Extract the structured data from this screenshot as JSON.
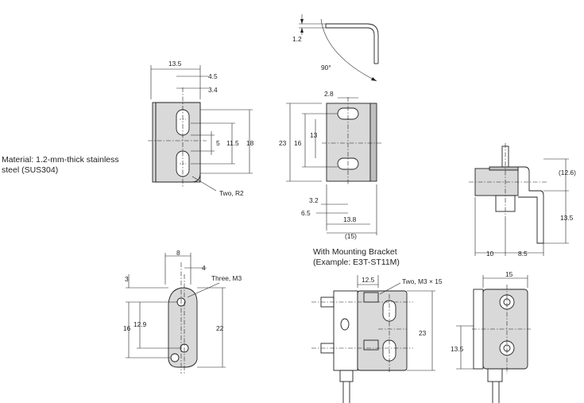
{
  "material_note": {
    "line1": "Material: 1.2-mm-thick stainless",
    "line2": "steel (SUS304)"
  },
  "bracket_heading": {
    "line1": "With Mounting Bracket",
    "line2": "(Example: E3T-ST11M)"
  },
  "side_bend": {
    "thickness": "1.2",
    "angle": "90°"
  },
  "front_view_dims": {
    "overall_width": "13.5",
    "hole_offset": "4.5",
    "slot_width": "3.4",
    "slot_gap": "5",
    "hole_pitch": "11.5",
    "height": "18",
    "radius": "Two, R2"
  },
  "rear_view_dims": {
    "slot_width": "2.8",
    "height": "23",
    "inner_a": "16",
    "inner_b": "13",
    "hole_x": "3.2",
    "edge": "6.5",
    "width": "13.8",
    "overall": "(15)"
  },
  "right_view_dims": {
    "top": "(12.6)",
    "height": "13.5",
    "left": "10",
    "right": "8.5"
  },
  "plate_dims": {
    "width": "8",
    "offset": "4",
    "top": "3",
    "pitch": "12.9",
    "inner": "16",
    "overall": "22",
    "screw": "Three, M3"
  },
  "assembly_dims": {
    "top_width": "12.5",
    "screws": "Two, M3 × 15",
    "height": "23"
  },
  "end_view_dims": {
    "width": "15",
    "height": "13.5"
  }
}
